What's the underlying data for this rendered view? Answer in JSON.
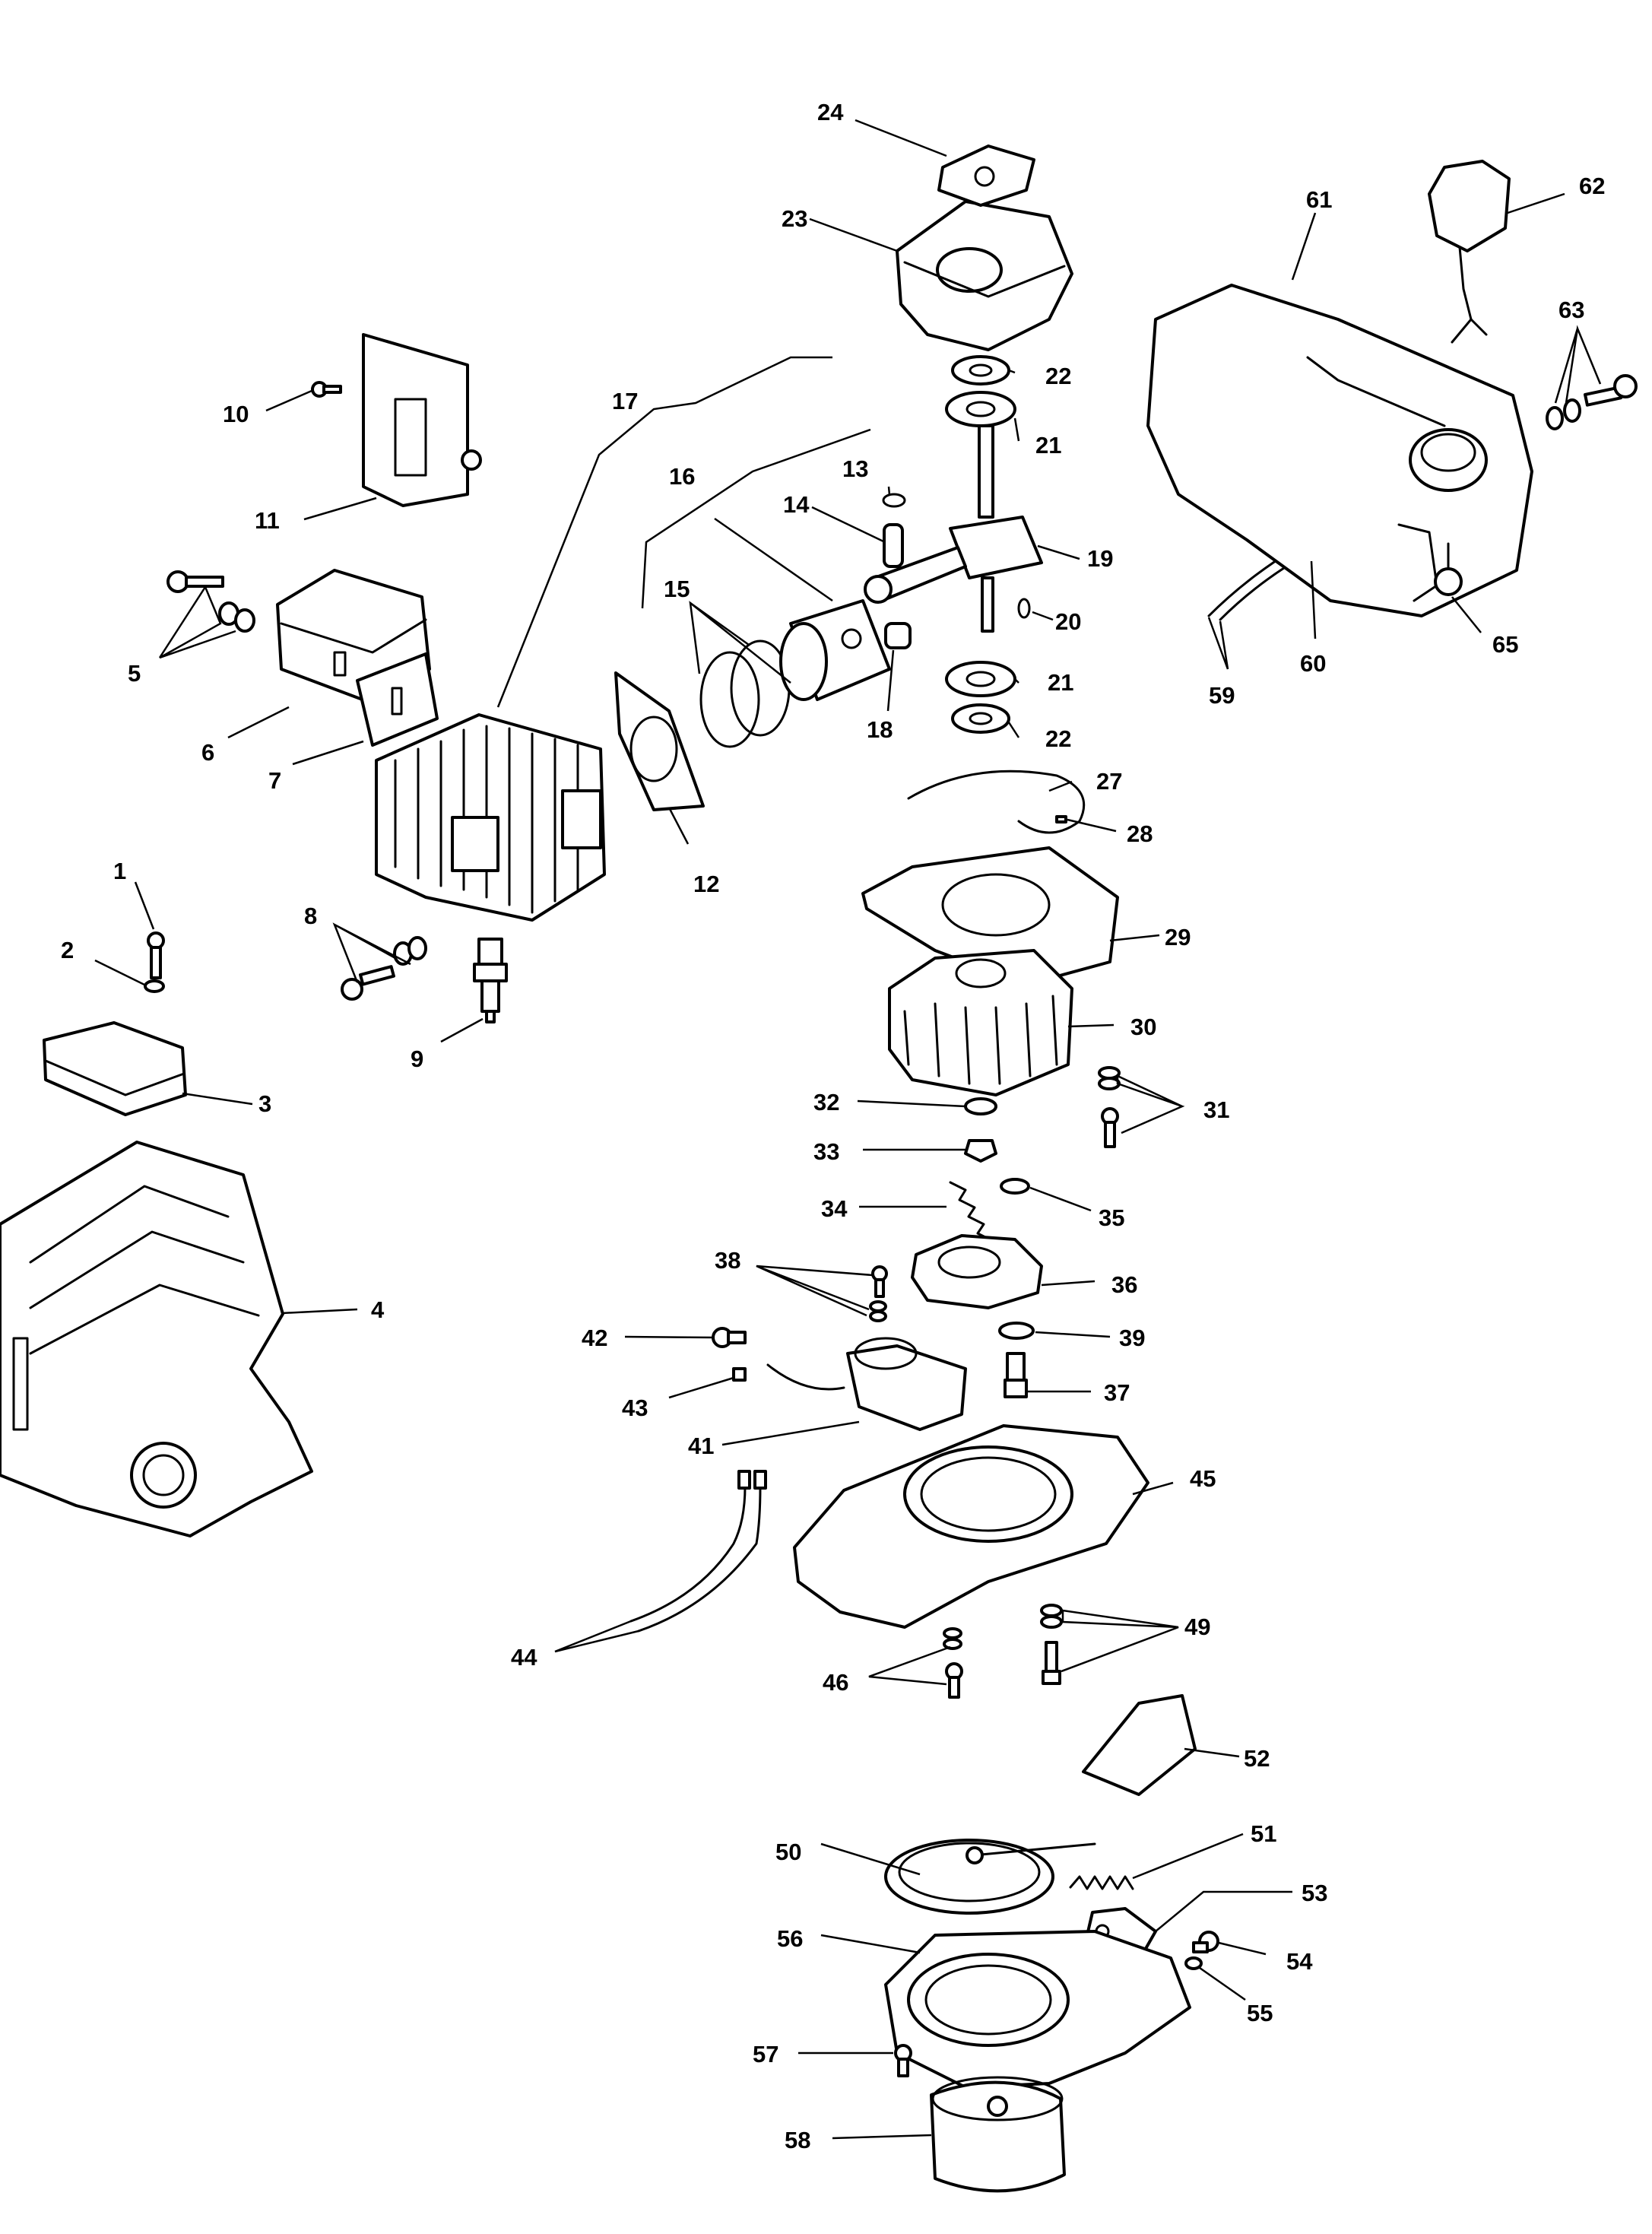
{
  "callouts": [
    "1",
    "2",
    "3",
    "4",
    "5",
    "6",
    "7",
    "8",
    "9",
    "10",
    "11",
    "12",
    "13",
    "14",
    "15",
    "16",
    "17",
    "18",
    "19",
    "20",
    "21",
    "22",
    "23",
    "24",
    "27",
    "28",
    "29",
    "30",
    "31",
    "32",
    "33",
    "34",
    "35",
    "36",
    "37",
    "38",
    "39",
    "41",
    "42",
    "43",
    "44",
    "45",
    "46",
    "49",
    "50",
    "51",
    "52",
    "53",
    "54",
    "55",
    "56",
    "57",
    "58",
    "59",
    "60",
    "61",
    "62",
    "63",
    "65"
  ],
  "colors": {
    "line": "#000000",
    "background": "#ffffff"
  }
}
